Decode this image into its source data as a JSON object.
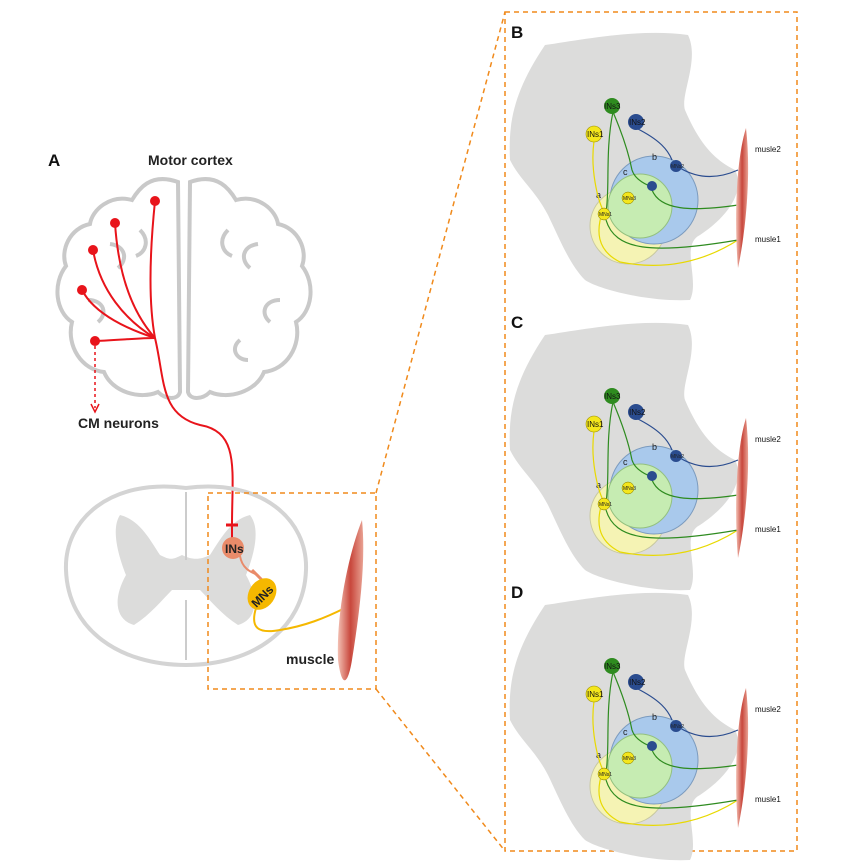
{
  "panel_a": {
    "label": "A",
    "cortex_label": "Motor cortex",
    "cm_label": "CM neurons",
    "ins_label": "INs",
    "mns_label": "MNs",
    "muscle_label": "muscle"
  },
  "panels": [
    {
      "label": "B",
      "ins1": "INs1",
      "ins2": "INs2",
      "ins3": "INs3",
      "mn1": "MNs1",
      "mn2": "MNs2",
      "mn3": "MNs3",
      "a": "a",
      "b": "b",
      "c": "c",
      "muscle2": "musle2",
      "muscle1": "musle1"
    },
    {
      "label": "C",
      "ins1": "INs1",
      "ins2": "INs2",
      "ins3": "INs3",
      "mn1": "MNs1",
      "mn2": "MNs2",
      "mn3": "MNs3",
      "a": "a",
      "b": "b",
      "c": "c",
      "muscle2": "musle2",
      "muscle1": "musle1"
    },
    {
      "label": "D",
      "ins1": "INs1",
      "ins2": "INs2",
      "ins3": "INs3",
      "mn1": "MNs1",
      "mn2": "MNs2",
      "mn3": "MNs3",
      "a": "a",
      "b": "b",
      "c": "c",
      "muscle2": "musle2",
      "muscle1": "musle1"
    }
  ],
  "colors": {
    "cortex_neuron": "#e8141b",
    "ins": "#e98b6a",
    "mns": "#f5b800",
    "dashed_box": "#f08a1c",
    "yellow": "#f2e421",
    "green": "#2e8b1f",
    "blue": "#2a4c8f",
    "grey_matter": "#dcdcdb"
  }
}
